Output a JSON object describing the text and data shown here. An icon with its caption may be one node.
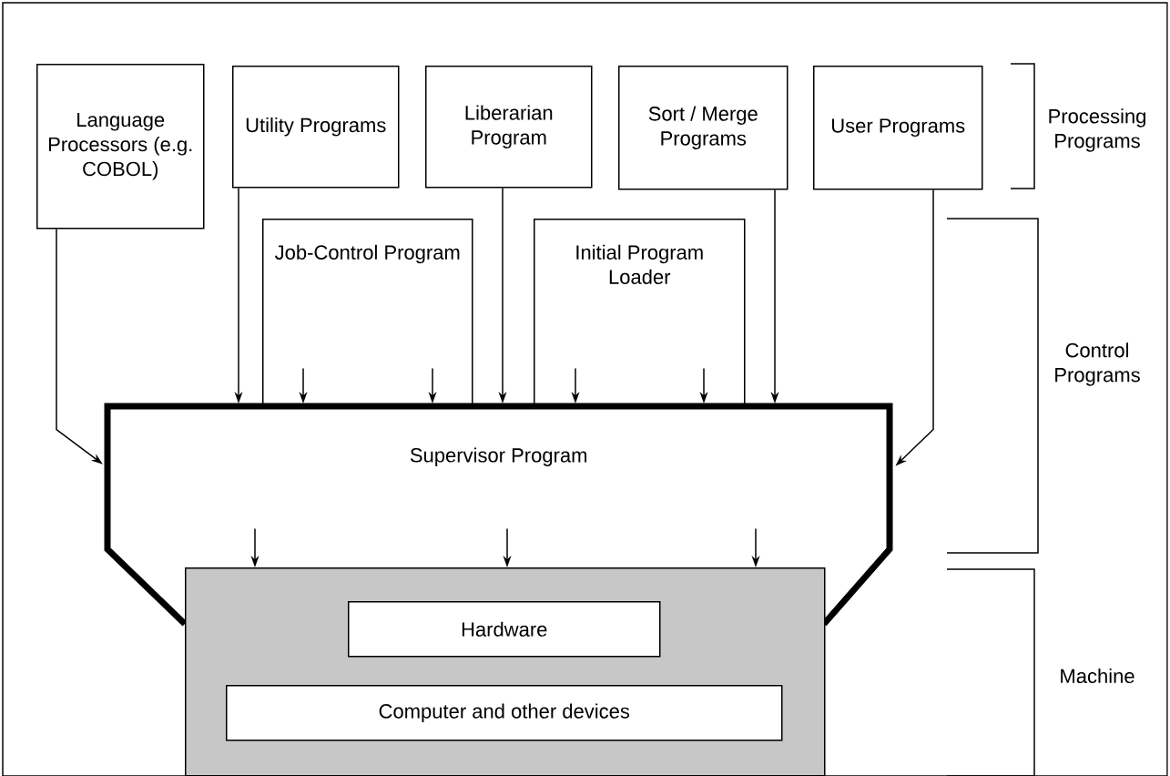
{
  "diagram": {
    "nodes": [
      {
        "text": [
          "Language Processors (e.g. COBOL)"
        ]
      },
      {
        "text": [
          "Utility Programs"
        ]
      },
      {
        "text": [
          "Liberarian Program"
        ]
      },
      {
        "text": [
          "Sort / Merge Programs"
        ]
      },
      {
        "text": [
          "User Programs"
        ]
      },
      {
        "text": [
          "Job-Control Program"
        ]
      },
      {
        "text": [
          "Initial Program Loader"
        ]
      },
      {
        "text": [
          "Supervisor Program"
        ]
      },
      {
        "text": [],
        "shape": "box"
      },
      {
        "text": [
          "Hardware"
        ],
        "in": 8
      },
      {
        "text": [
          "Computer and other devices"
        ],
        "in": 8
      }
    ],
    "edges": [
      {
        "from": 0,
        "to": 7,
        "arrow": "to"
      },
      {
        "from": 1,
        "to": 7,
        "arrow": "to"
      },
      {
        "from": 2,
        "to": 7,
        "arrow": "to"
      },
      {
        "from": 3,
        "to": 7,
        "arrow": "to"
      },
      {
        "from": 4,
        "to": 7,
        "arrow": "to"
      },
      {
        "from": 5,
        "to": 7,
        "arrow": "to"
      },
      {
        "from": 5,
        "to": 7,
        "arrow": "to"
      },
      {
        "from": 6,
        "to": 7,
        "arrow": "to"
      },
      {
        "from": 6,
        "to": 7,
        "arrow": "to"
      },
      {
        "from": 7,
        "to": 8,
        "arrow": "to"
      },
      {
        "from": 7,
        "to": 8,
        "arrow": "to"
      },
      {
        "from": 7,
        "to": 8,
        "arrow": "to"
      }
    ],
    "labels": [
      "Processing Programs",
      "Control Programs",
      "Machine"
    ]
  }
}
